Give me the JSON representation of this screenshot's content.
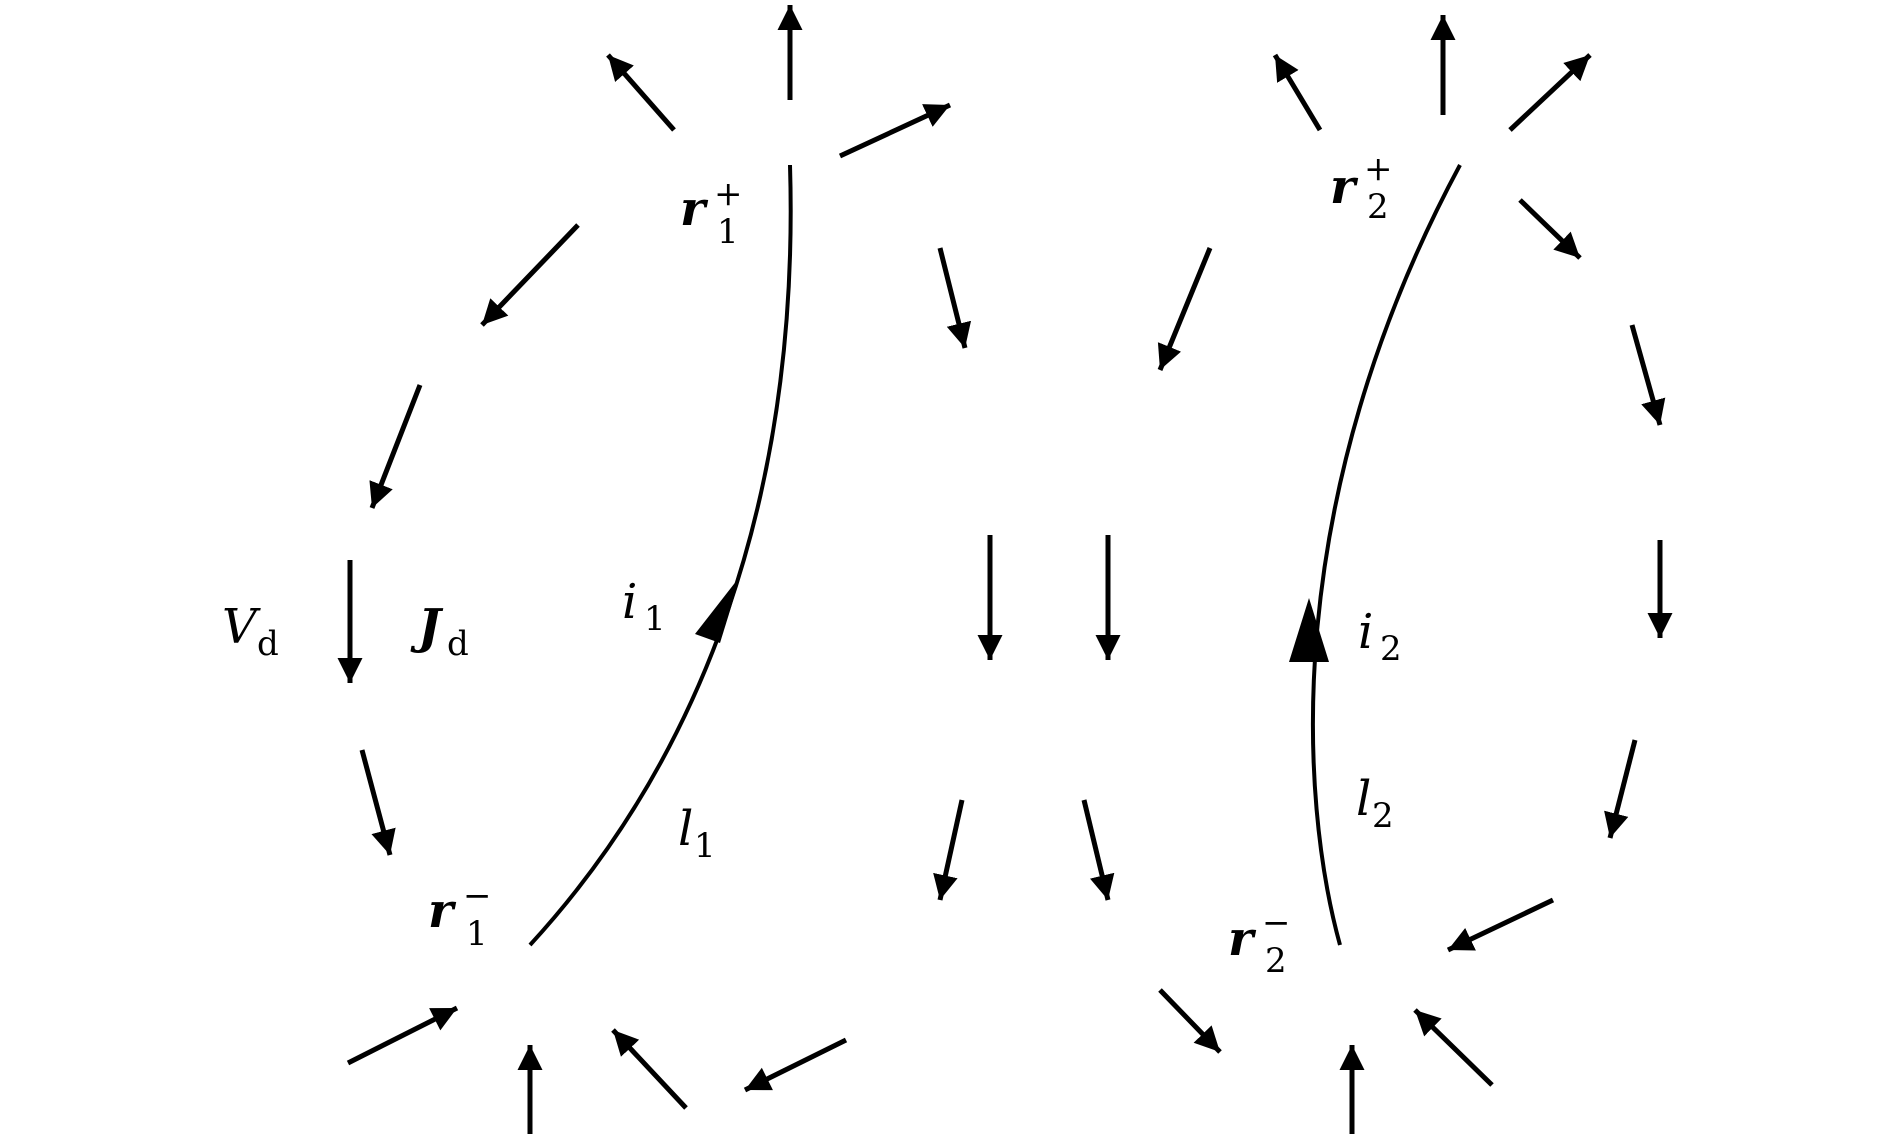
{
  "labels": {
    "r1_plus": {
      "base": "r",
      "sub": "1",
      "sup": "+"
    },
    "r1_minus": {
      "base": "r",
      "sub": "1",
      "sup": "−"
    },
    "r2_plus": {
      "base": "r",
      "sub": "2",
      "sup": "+"
    },
    "r2_minus": {
      "base": "r",
      "sub": "2",
      "sup": "−"
    },
    "i1": {
      "base": "i",
      "sub": "1"
    },
    "i2": {
      "base": "i",
      "sub": "2"
    },
    "l1": {
      "base": "l",
      "sub": "1"
    },
    "l2": {
      "base": "l",
      "sub": "2"
    },
    "Vd": {
      "base": "V",
      "sub": "d"
    },
    "Jd": {
      "base": "J",
      "sub": "d"
    }
  },
  "colors": {
    "ink": "#000000",
    "background": "#ffffff"
  }
}
